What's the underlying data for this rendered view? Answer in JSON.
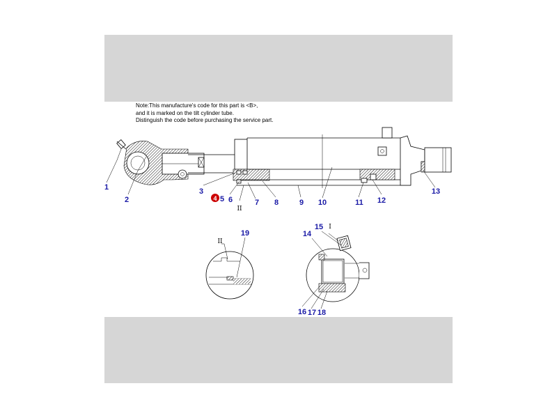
{
  "note": {
    "lines": [
      "Note:This manufacture's code for this part is <B>,",
      "and it is marked on the tilt cylinder tube.",
      "Distinguish the code before purchasing the service part."
    ]
  },
  "callouts": {
    "c1": "1",
    "c2": "2",
    "c3": "3",
    "c4": "4",
    "c5": "5",
    "c6": "6",
    "c7": "7",
    "c8": "8",
    "c9": "9",
    "c10": "10",
    "c11": "11",
    "c12": "12",
    "c13": "13",
    "c14": "14",
    "c15": "15",
    "c16": "16",
    "c17": "17",
    "c18": "18",
    "c19": "19"
  },
  "detail_marks": {
    "ii_main": "II",
    "ii_detail": "II",
    "i_detail": "I"
  },
  "colors": {
    "gray_band": "#d6d6d6",
    "callout_blue": "#1a1aa6",
    "marker_red": "#cc0000"
  }
}
